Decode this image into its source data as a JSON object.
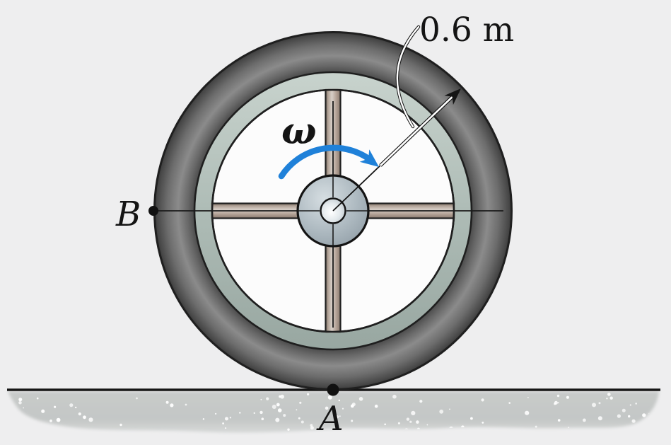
{
  "figure": {
    "description": "Wheel of radius 0.6 m rolling on a horizontal ground surface, rotating with angular velocity omega; contact point A at bottom, point B on left edge"
  },
  "labels": {
    "radius": "0.6 m",
    "angular_velocity": "ω",
    "point_left": "B",
    "point_contact": "A"
  },
  "colors": {
    "background": "#eeeeef",
    "outline_black": "#1c1c1c",
    "rotation_arrow_blue": "#1f81d9",
    "tire_gray": "#7a7a7a",
    "rim_green_gray": "#b2c0ba",
    "spoke_tan": "#c0b2a7",
    "hub_silver": "#aeb9c0",
    "wheel_interior": "#fcfcfc",
    "ground_gray": "#c6c9c8",
    "ground_speckle": "#ffffff"
  }
}
